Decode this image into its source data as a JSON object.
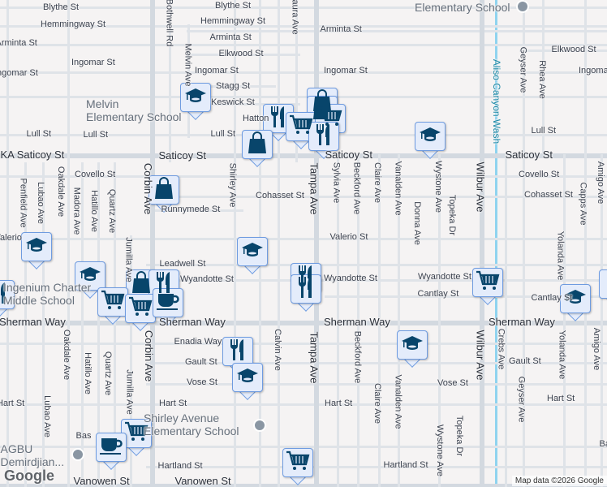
{
  "map": {
    "attribution": "Map data ©2026 Google",
    "logo": "Google",
    "colors": {
      "background": "#f5f3f3",
      "road": "#dfe3e8",
      "major_road": "#d3d9e0",
      "water": "#8fd3ef",
      "marker_fill": "#e4ecfb",
      "marker_border": "#6e9be0",
      "icon": "#08456b"
    },
    "street_labels": [
      "Blythe St",
      "Blythe St",
      "Hemmingway St",
      "Hemmingway St",
      "Arminta St",
      "Arminta St",
      "Arminta St",
      "Elkwood St",
      "Elkwood St",
      "Ingomar St",
      "Ingomar St",
      "Ingomar St",
      "Ingomar St",
      "Ingomar St",
      "Stagg St",
      "Keswick St",
      "Hatton",
      "Lull St",
      "Lull St",
      "Lull St",
      "Lull St",
      "KA Saticoy St",
      "Saticoy St",
      "Saticoy St",
      "Saticoy St",
      "Covello St",
      "Covello St",
      "Cohasset St",
      "Cohasset St",
      "Runnymede St",
      "Valerio St",
      "Valerio",
      "Leadwell St",
      "Wyandotte St",
      "Wyandotte St",
      "Wyandotte St",
      "Cantlay St",
      "Cantlay St",
      "Sherman Way",
      "Sherman Way",
      "Sherman Way",
      "Sherman Way",
      "Enadia Way",
      "Gault St",
      "Gault St",
      "Vose St",
      "Vose St",
      "Hart St",
      "Hart St",
      "Hart St",
      "Hart St",
      "Hartland St",
      "Hartland St",
      "Bas",
      "Ba",
      "Vanowen St",
      "Vanowen St"
    ],
    "avenue_labels": [
      "Bothwell Rd",
      "Melvin Ave",
      "Laura Ave",
      "Penfield Ave",
      "Lubao Ave",
      "Oakdale Ave",
      "Madora Ave",
      "Hatillo Ave",
      "Quartz Ave",
      "Corbin Ave",
      "Shirley Ave",
      "Tampa Ave",
      "Sylvia Ave",
      "Beckford Ave",
      "Claire Ave",
      "Vanalden Ave",
      "Donna Ave",
      "Wystone Ave",
      "Topeka Dr",
      "Wilbur Ave",
      "Geyser Ave",
      "Rhea Ave",
      "Capps Ave",
      "Amigo Ave",
      "Yolanda Ave",
      "Jumilla Ave",
      "Oakdale Ave",
      "Hatillo Ave",
      "Quartz Ave",
      "Jumilla Ave",
      "Lubao Ave",
      "Corbin Ave",
      "Calvin Ave",
      "Tampa Ave",
      "Beckford Ave",
      "Claire Ave",
      "Vanalden Ave",
      "Wystone Ave",
      "Topeka Dr",
      "Wilbur Ave",
      "Crebs Ave",
      "Geyser Ave",
      "Yolanda Ave",
      "Amigo Ave"
    ],
    "water_label": "Aliso Canyon Wash",
    "poi_labels": [
      "Melvin\nElementary School",
      "Elementary School",
      "Ingenium Charter\nMiddle School",
      "Shirley Avenue\nElementary School",
      "AGBU\nDemirdjian..."
    ],
    "markers": [
      "school-icon",
      "restaurant-icon",
      "shopping-bag-icon",
      "shopping-bag-icon",
      "grocery-cart-icon",
      "grocery-cart-icon",
      "restaurant-icon",
      "shopping-bag-icon",
      "shopping-bag-icon",
      "school-icon",
      "school-icon",
      "school-icon",
      "school-icon",
      "restaurant-icon",
      "restaurant-icon",
      "grocery-cart-icon",
      "school-icon",
      "restaurant-icon",
      "shopping-bag-icon",
      "restaurant-icon",
      "grocery-cart-icon",
      "grocery-cart-icon",
      "coffee-cup-icon",
      "restaurant-icon",
      "restaurant-icon",
      "school-icon",
      "school-icon",
      "grocery-cart-icon",
      "coffee-cup-icon",
      "grocery-cart-icon"
    ]
  }
}
